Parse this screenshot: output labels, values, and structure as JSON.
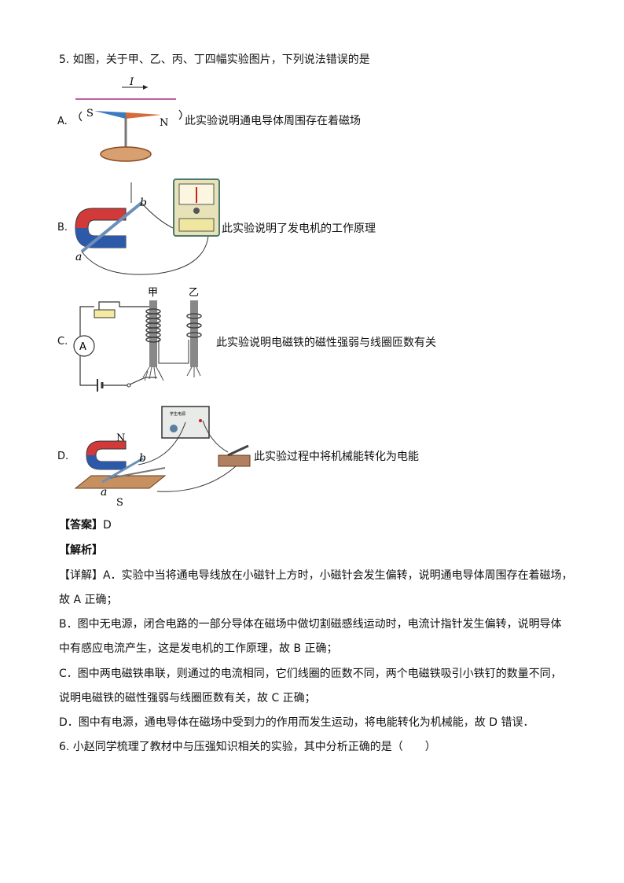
{
  "q5": {
    "stem": "5. 如图，关于甲、乙、丙、丁四幅实验图片，下列说法错误的是",
    "options": [
      {
        "letter": "A.",
        "text": "此实验说明通电导体周围存在着磁场"
      },
      {
        "letter": "B.",
        "text": "此实验说明了发电机的工作原理"
      },
      {
        "letter": "C.",
        "text": "此实验说明电磁铁的磁性强弱与线圈匝数有关"
      },
      {
        "letter": "D.",
        "text": "此实验过程中将机械能转化为电能"
      }
    ],
    "fig_labels": {
      "a_current": "I",
      "a_s": "S",
      "a_n": "N",
      "b_b": "b",
      "b_a": "a",
      "c_jia": "甲",
      "c_yi": "乙",
      "c_ammeter": "A",
      "d_n": "N",
      "d_s": "S",
      "d_b": "b",
      "d_a": "a",
      "d_supply": "学生电源"
    }
  },
  "answer": {
    "label": "【答案】",
    "value": "D"
  },
  "analysis": {
    "label": "【解析】"
  },
  "detail_lines": [
    "【详解】A．实验中当将通电导线放在小磁针上方时，小磁针会发生偏转，说明通电导体周围存在着磁场，",
    "故 A 正确；",
    "B．图中无电源，闭合电路的一部分导体在磁场中做切割磁感线运动时，电流计指针发生偏转，说明导体",
    "中有感应电流产生，这是发电机的工作原理，故 B 正确；",
    "C．图中两电磁铁串联，则通过的电流相同，它们线圈的匝数不同，两个电磁铁吸引小铁钉的数量不同，",
    "说明电磁铁的磁性强弱与线圈匝数有关，故 C 正确；",
    "D．图中有电源，通电导体在磁场中受到力的作用而发生运动，将电能转化为机械能，故 D 错误．"
  ],
  "q6": {
    "stem": "6. 小赵同学梳理了教材中与压强知识相关的实验，其中分析正确的是（　　）"
  }
}
